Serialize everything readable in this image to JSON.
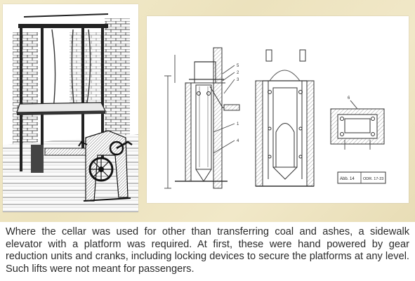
{
  "drawing": {
    "stamp": {
      "label": "Abb. 14",
      "ref": "ODR. 17-23"
    },
    "markers": [
      "5",
      "2",
      "3",
      "1",
      "4",
      "6"
    ]
  },
  "caption": {
    "text": "Where the cellar was used for other than transferring coal and ashes, a sidewalk elevator with a platform was required. At first, these were hand powered by gear reduction units and cranks, including locking devices to secure the platforms at any level. Such lifts were not meant for passengers."
  }
}
